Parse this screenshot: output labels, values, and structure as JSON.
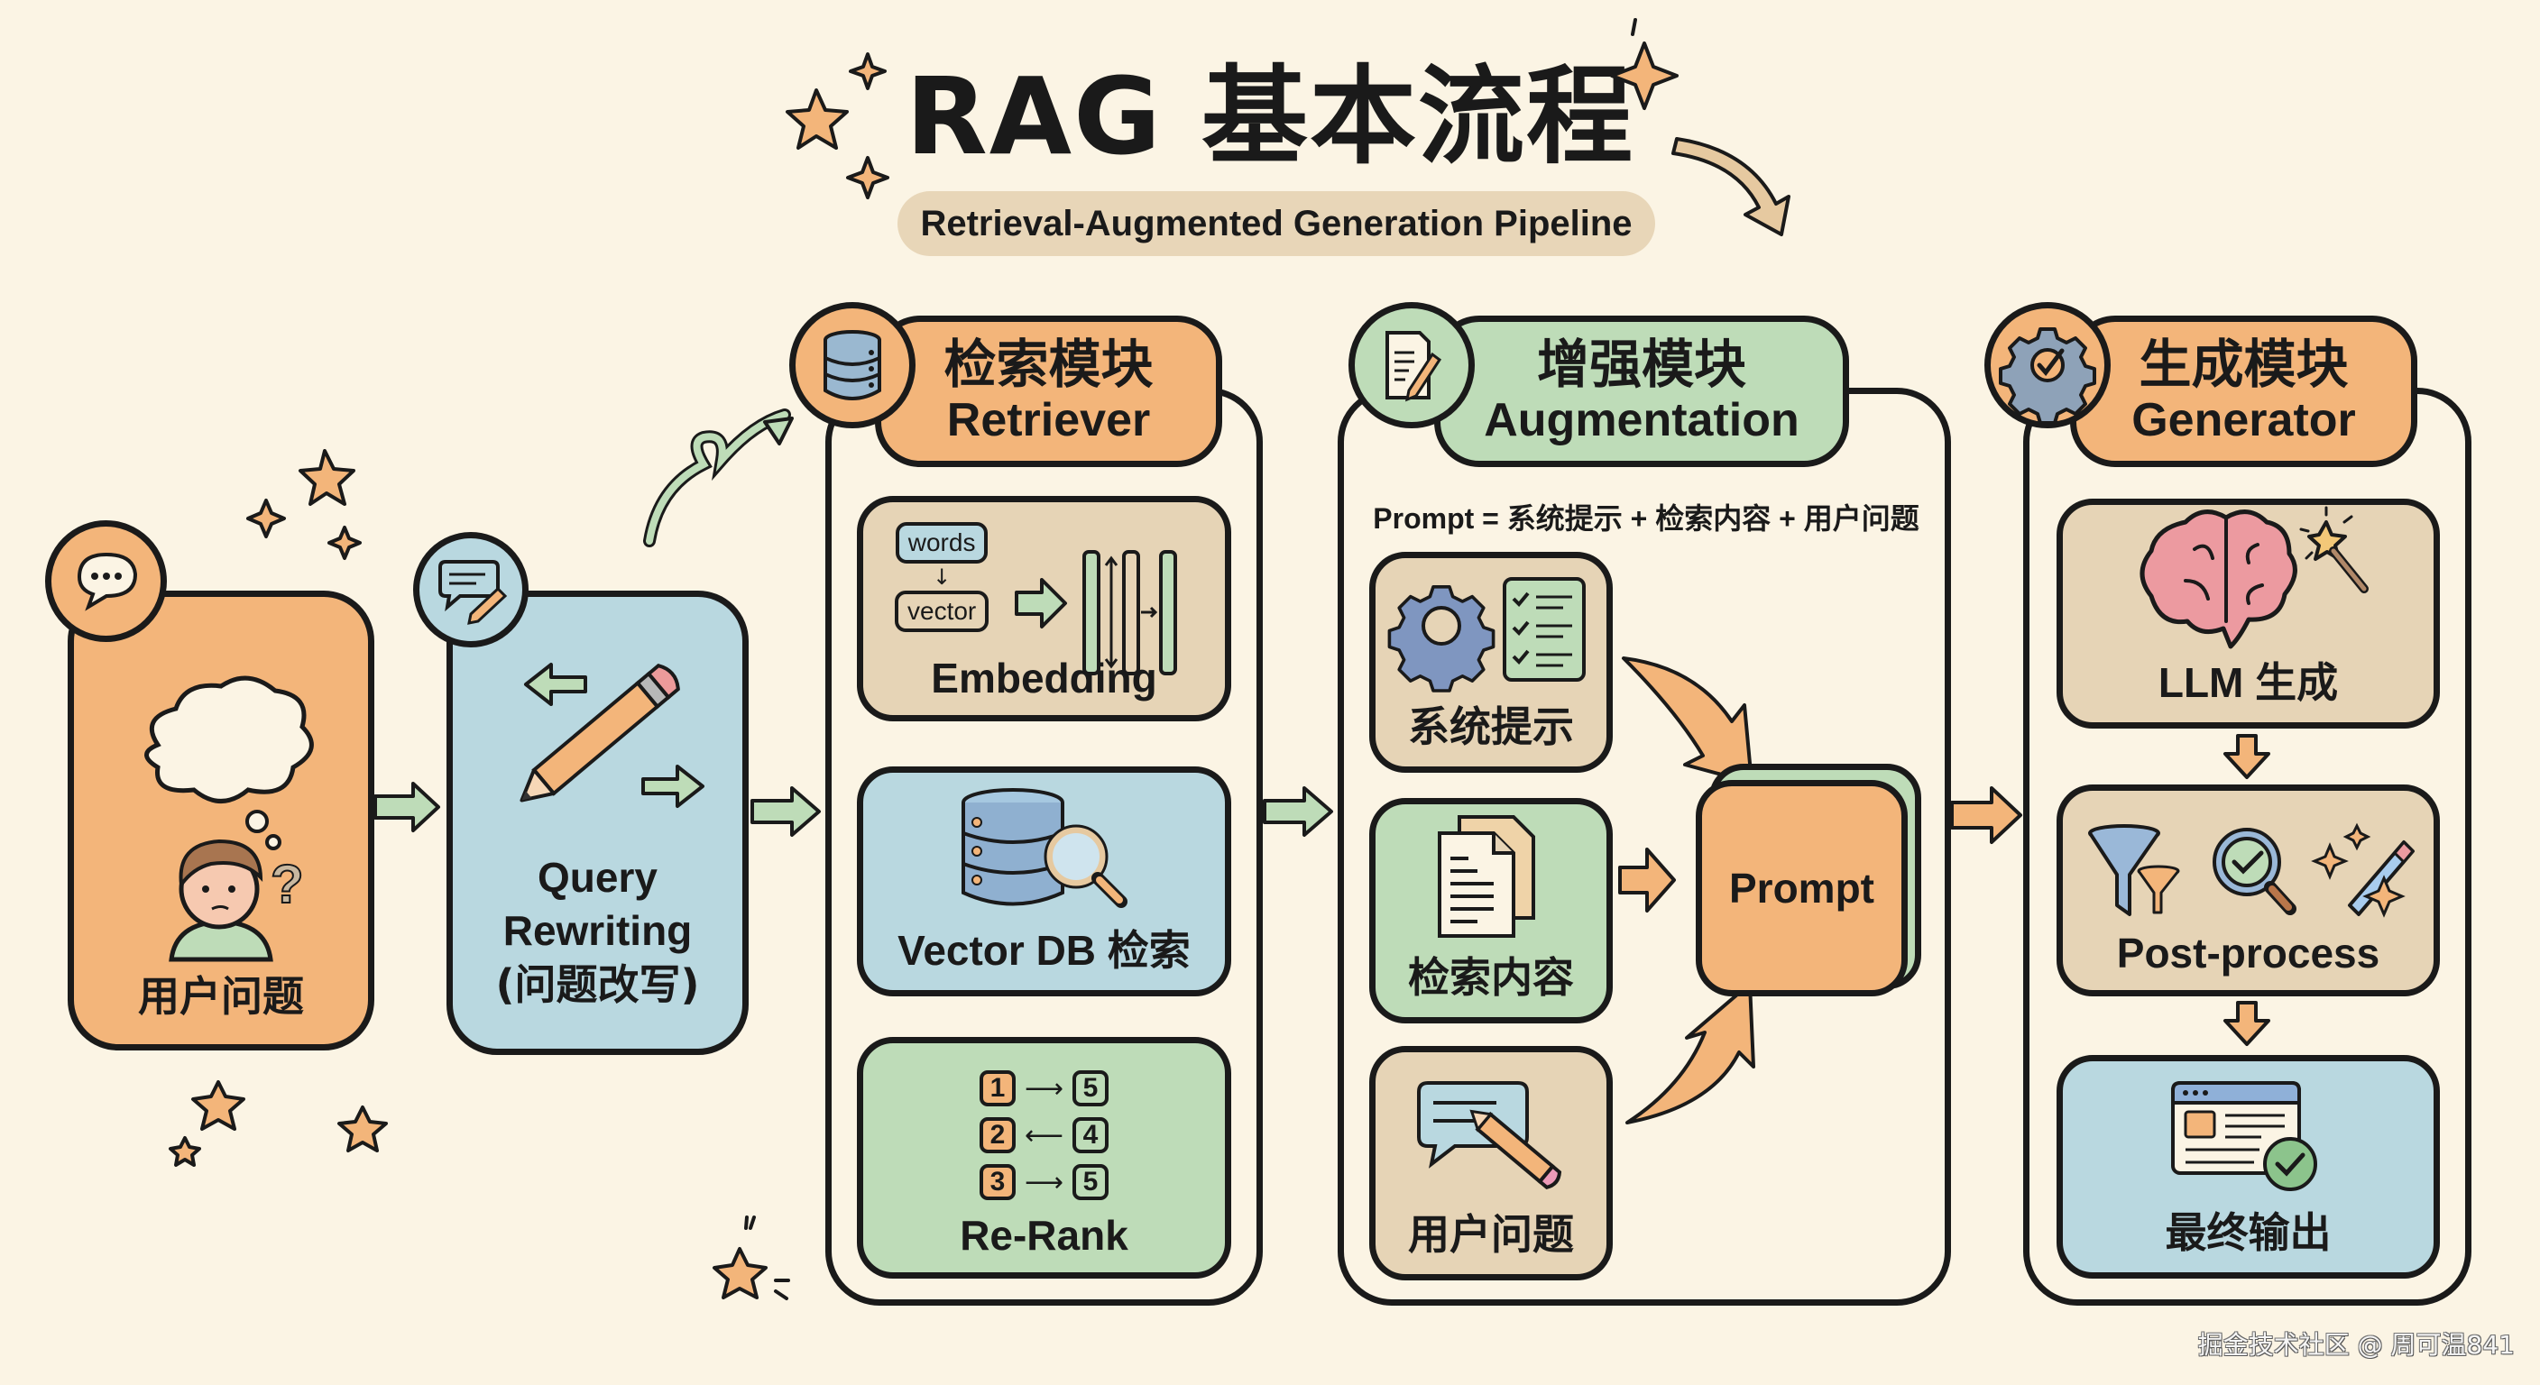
{
  "header": {
    "title": "RAG 基本流程",
    "subtitle": "Retrieval-Augmented Generation Pipeline"
  },
  "colors": {
    "background": "#fbf4e4",
    "orange": "#f3b57a",
    "blue": "#b9d8e0",
    "green": "#bedcb8",
    "tan": "#e6d4b6",
    "outline": "#1a1a1a"
  },
  "steps": {
    "user_question": {
      "label": "用户问题",
      "icon": "speech-bubble-icon"
    },
    "query_rewriting": {
      "label_line1": "Query",
      "label_line2": "Rewriting",
      "label_line3": "(问题改写)",
      "icon": "chat-edit-icon"
    }
  },
  "modules": {
    "retriever": {
      "title_zh": "检索模块",
      "title_en": "Retriever",
      "icon": "database-icon",
      "items": {
        "embedding": {
          "label": "Embedding",
          "tag_words": "words",
          "tag_vector": "vector"
        },
        "vector_db": {
          "label": "Vector DB 检索"
        },
        "rerank": {
          "label": "Re-Rank",
          "pairs": [
            {
              "from": "1",
              "to": "5",
              "direction": "right"
            },
            {
              "from": "2",
              "to": "4",
              "direction": "left"
            },
            {
              "from": "3",
              "to": "5",
              "direction": "right"
            }
          ]
        }
      }
    },
    "augmentation": {
      "title_zh": "增强模块",
      "title_en": "Augmentation",
      "icon": "document-edit-icon",
      "formula": "Prompt = 系统提示 + 检索内容 + 用户问题",
      "items": {
        "system_prompt": {
          "label": "系统提示"
        },
        "retrieved_content": {
          "label": "检索内容"
        },
        "user_question": {
          "label": "用户问题"
        },
        "prompt": {
          "label": "Prompt"
        }
      }
    },
    "generator": {
      "title_zh": "生成模块",
      "title_en": "Generator",
      "icon": "gear-check-icon",
      "items": {
        "llm": {
          "label": "LLM 生成"
        },
        "post_process": {
          "label": "Post-process"
        },
        "final_output": {
          "label": "最终输出"
        }
      }
    }
  },
  "watermark": "掘金技术社区 @ 周可温841"
}
